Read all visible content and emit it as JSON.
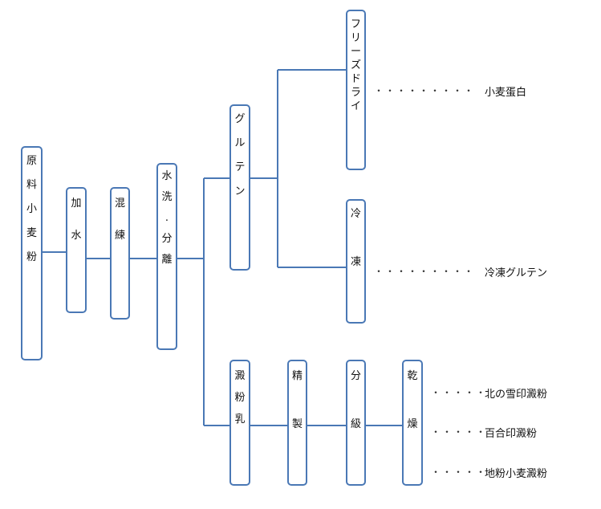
{
  "colors": {
    "line": "#4a78b5",
    "box_border": "#4a78b5",
    "text": "#111111"
  },
  "nodes": {
    "raw_flour": "原料小麦粉",
    "add_water": "加水",
    "mix": "混練",
    "wash_separate": "水洗.分離",
    "gluten": "グルテン",
    "freeze_dry": "フリーズドライ",
    "freeze": "冷凍",
    "starch_milk": "澱粉乳",
    "refine": "精製",
    "classify": "分級",
    "dry": "乾燥"
  },
  "outputs": {
    "wheat_protein": "小麦蛋白",
    "frozen_gluten": "冷凍グルテン",
    "kitanoyuki": "北の雪印澱粉",
    "yuri": "百合印澱粉",
    "jigona": "地粉小麦澱粉"
  },
  "dots": {
    "long": "・・・・・・・・・",
    "short": "・・・・・"
  }
}
